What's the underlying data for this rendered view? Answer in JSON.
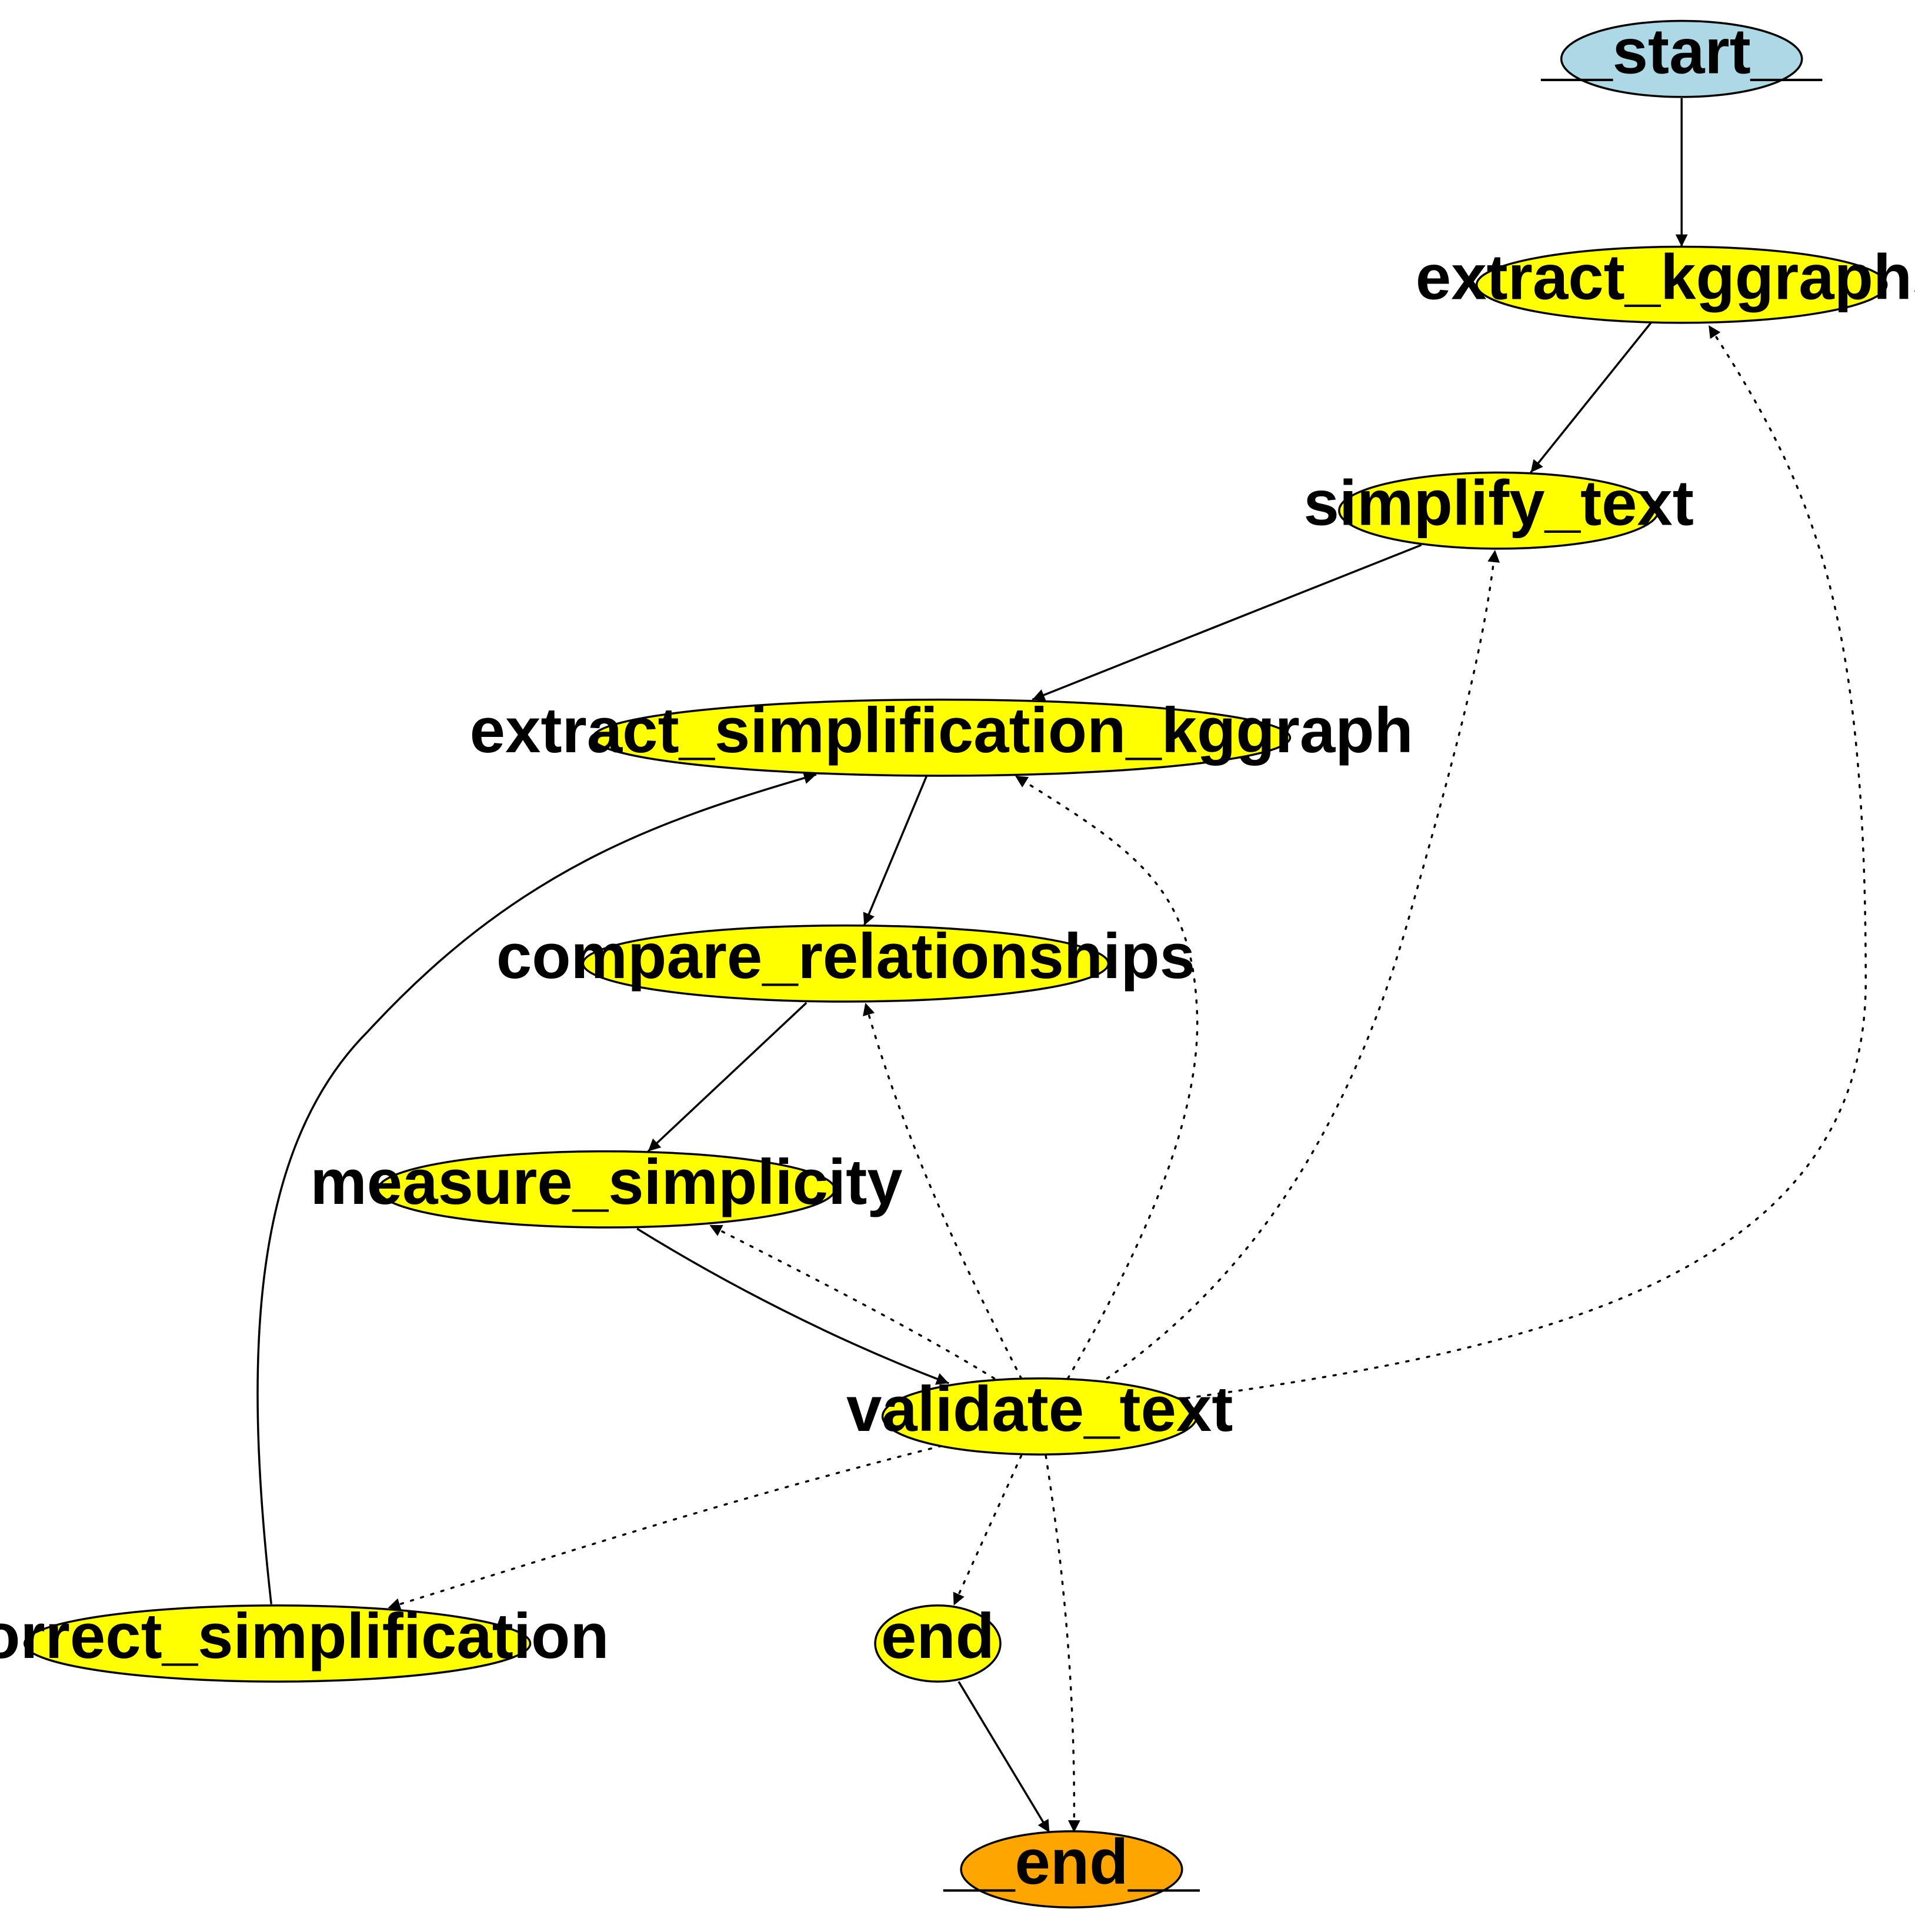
{
  "graph": {
    "nodes": [
      {
        "id": "__start__",
        "label": "__start__",
        "color": "#ADD8E6"
      },
      {
        "id": "extract_kggraphs",
        "label": "extract_kggraphs",
        "color": "#FFFF00"
      },
      {
        "id": "simplify_text",
        "label": "simplify_text",
        "color": "#FFFF00"
      },
      {
        "id": "extract_simplification_kggraph",
        "label": "extract_simplification_kggraph",
        "color": "#FFFF00"
      },
      {
        "id": "compare_relationships",
        "label": "compare_relationships",
        "color": "#FFFF00"
      },
      {
        "id": "measure_simplicity",
        "label": "measure_simplicity",
        "color": "#FFFF00"
      },
      {
        "id": "validate_text",
        "label": "validate_text",
        "color": "#FFFF00"
      },
      {
        "id": "correct_simplification",
        "label": "correct_simplification",
        "color": "#FFFF00"
      },
      {
        "id": "end",
        "label": "end",
        "color": "#FFFF00"
      },
      {
        "id": "__end__",
        "label": "__end__",
        "color": "#FFA500"
      }
    ],
    "edges": [
      {
        "from": "__start__",
        "to": "extract_kggraphs",
        "style": "solid"
      },
      {
        "from": "extract_kggraphs",
        "to": "simplify_text",
        "style": "solid"
      },
      {
        "from": "simplify_text",
        "to": "extract_simplification_kggraph",
        "style": "solid"
      },
      {
        "from": "extract_simplification_kggraph",
        "to": "compare_relationships",
        "style": "solid"
      },
      {
        "from": "compare_relationships",
        "to": "measure_simplicity",
        "style": "solid"
      },
      {
        "from": "measure_simplicity",
        "to": "validate_text",
        "style": "solid"
      },
      {
        "from": "correct_simplification",
        "to": "extract_simplification_kggraph",
        "style": "solid"
      },
      {
        "from": "end",
        "to": "__end__",
        "style": "solid"
      },
      {
        "from": "validate_text",
        "to": "extract_kggraphs",
        "style": "dotted"
      },
      {
        "from": "validate_text",
        "to": "simplify_text",
        "style": "dotted"
      },
      {
        "from": "validate_text",
        "to": "extract_simplification_kggraph",
        "style": "dotted"
      },
      {
        "from": "validate_text",
        "to": "compare_relationships",
        "style": "dotted"
      },
      {
        "from": "validate_text",
        "to": "measure_simplicity",
        "style": "dotted"
      },
      {
        "from": "validate_text",
        "to": "correct_simplification",
        "style": "dotted"
      },
      {
        "from": "validate_text",
        "to": "end",
        "style": "dotted"
      },
      {
        "from": "validate_text",
        "to": "__end__",
        "style": "dotted"
      }
    ]
  }
}
